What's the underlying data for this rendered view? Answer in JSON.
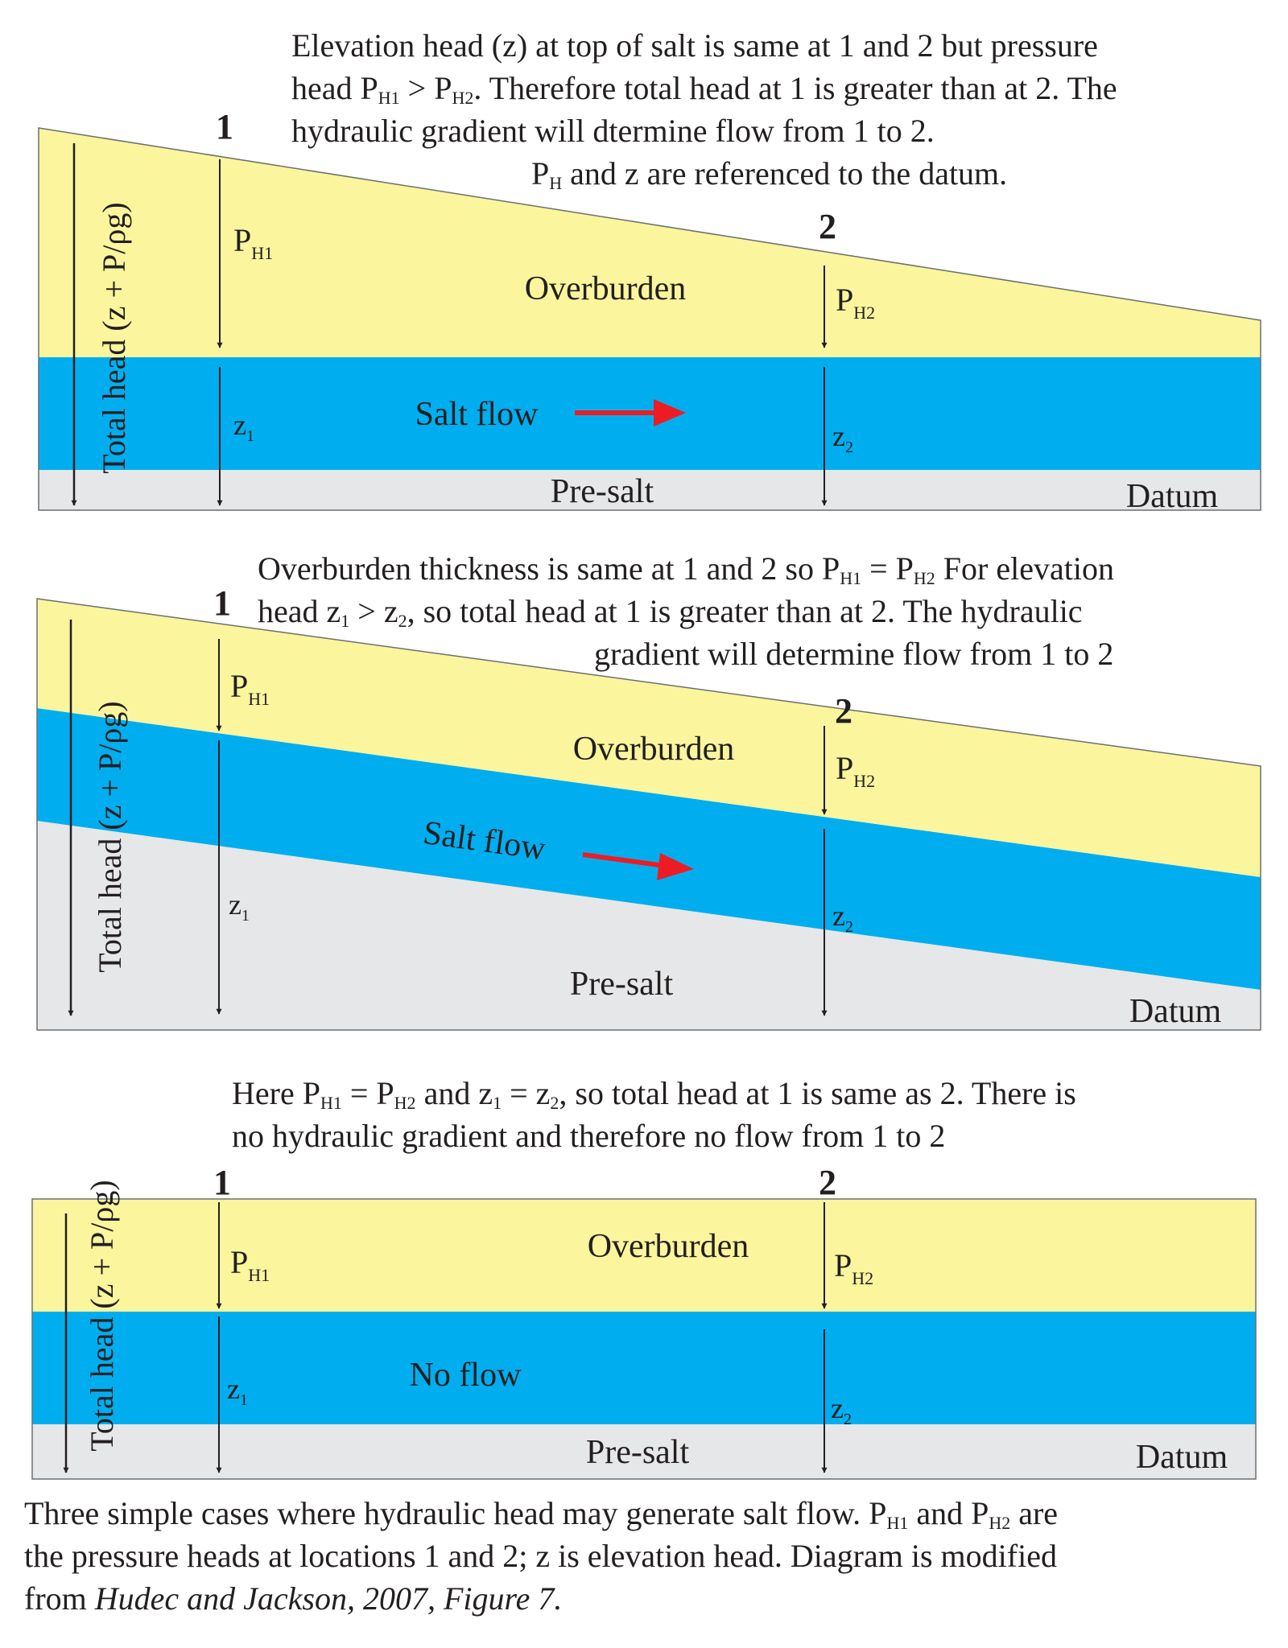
{
  "colors": {
    "overburden": "#fbf59d",
    "salt": "#00aeef",
    "presalt": "#e6e7e8",
    "arrow": "#ed1c24",
    "outline": "#6d6e71",
    "text": "#231f20"
  },
  "labels": {
    "loc1": "1",
    "loc2": "2",
    "p": "P",
    "h1": "H1",
    "h2": "H2",
    "z": "z",
    "sub1": "1",
    "sub2": "2",
    "overburden": "Overburden",
    "presalt": "Pre-salt",
    "datum": "Datum",
    "total_head": "Total head (z + P/ρg)"
  },
  "panels": [
    {
      "flow_label": "Salt flow",
      "caption": {
        "l1a": "Elevation head (z) at top of salt is same at 1 and 2 but pressure",
        "l2a": "head P",
        "l2b": "H1",
        "l2c": " > P",
        "l2d": "H2",
        "l2e": ". Therefore total head at 1 is greater than at 2. The",
        "l3a": "hydraulic gradient will dtermine flow from 1 to 2.",
        "l4a": "P",
        "l4b": "H",
        "l4c": " and z are referenced to the datum."
      }
    },
    {
      "flow_label": "Salt flow",
      "caption": {
        "l1a": "Overburden thickness is same at 1 and 2 so P",
        "l1b": "H1",
        "l1c": " = P",
        "l1d": "H2",
        "l1e": " For elevation",
        "l2a": "head z",
        "l2b": "1",
        "l2c": " > z",
        "l2d": "2",
        "l2e": ", so total head at 1 is greater than at 2. The hydraulic",
        "l3a": "gradient will determine flow from 1 to 2"
      }
    },
    {
      "flow_label": "No flow",
      "caption": {
        "l1a": "Here P",
        "l1b": "H1",
        "l1c": " = P",
        "l1d": "H2",
        "l1e": "  and  z",
        "l1f": "1",
        "l1g": " = z",
        "l1h": "2",
        "l1i": ", so total head at 1 is same as 2. There is",
        "l2a": "no hydraulic gradient and therefore no flow from 1 to 2"
      }
    }
  ],
  "footer": {
    "l1a": "Three simple cases where hydraulic head may generate salt flow. P",
    "l1b": "H1",
    "l1c": " and P",
    "l1d": "H2",
    "l1e": " are",
    "l2a": "the pressure heads at locations 1 and 2;  z is elevation head. Diagram is modified",
    "l3a": "from ",
    "l3b": "Hudec and Jackson, 2007, Figure 7."
  }
}
